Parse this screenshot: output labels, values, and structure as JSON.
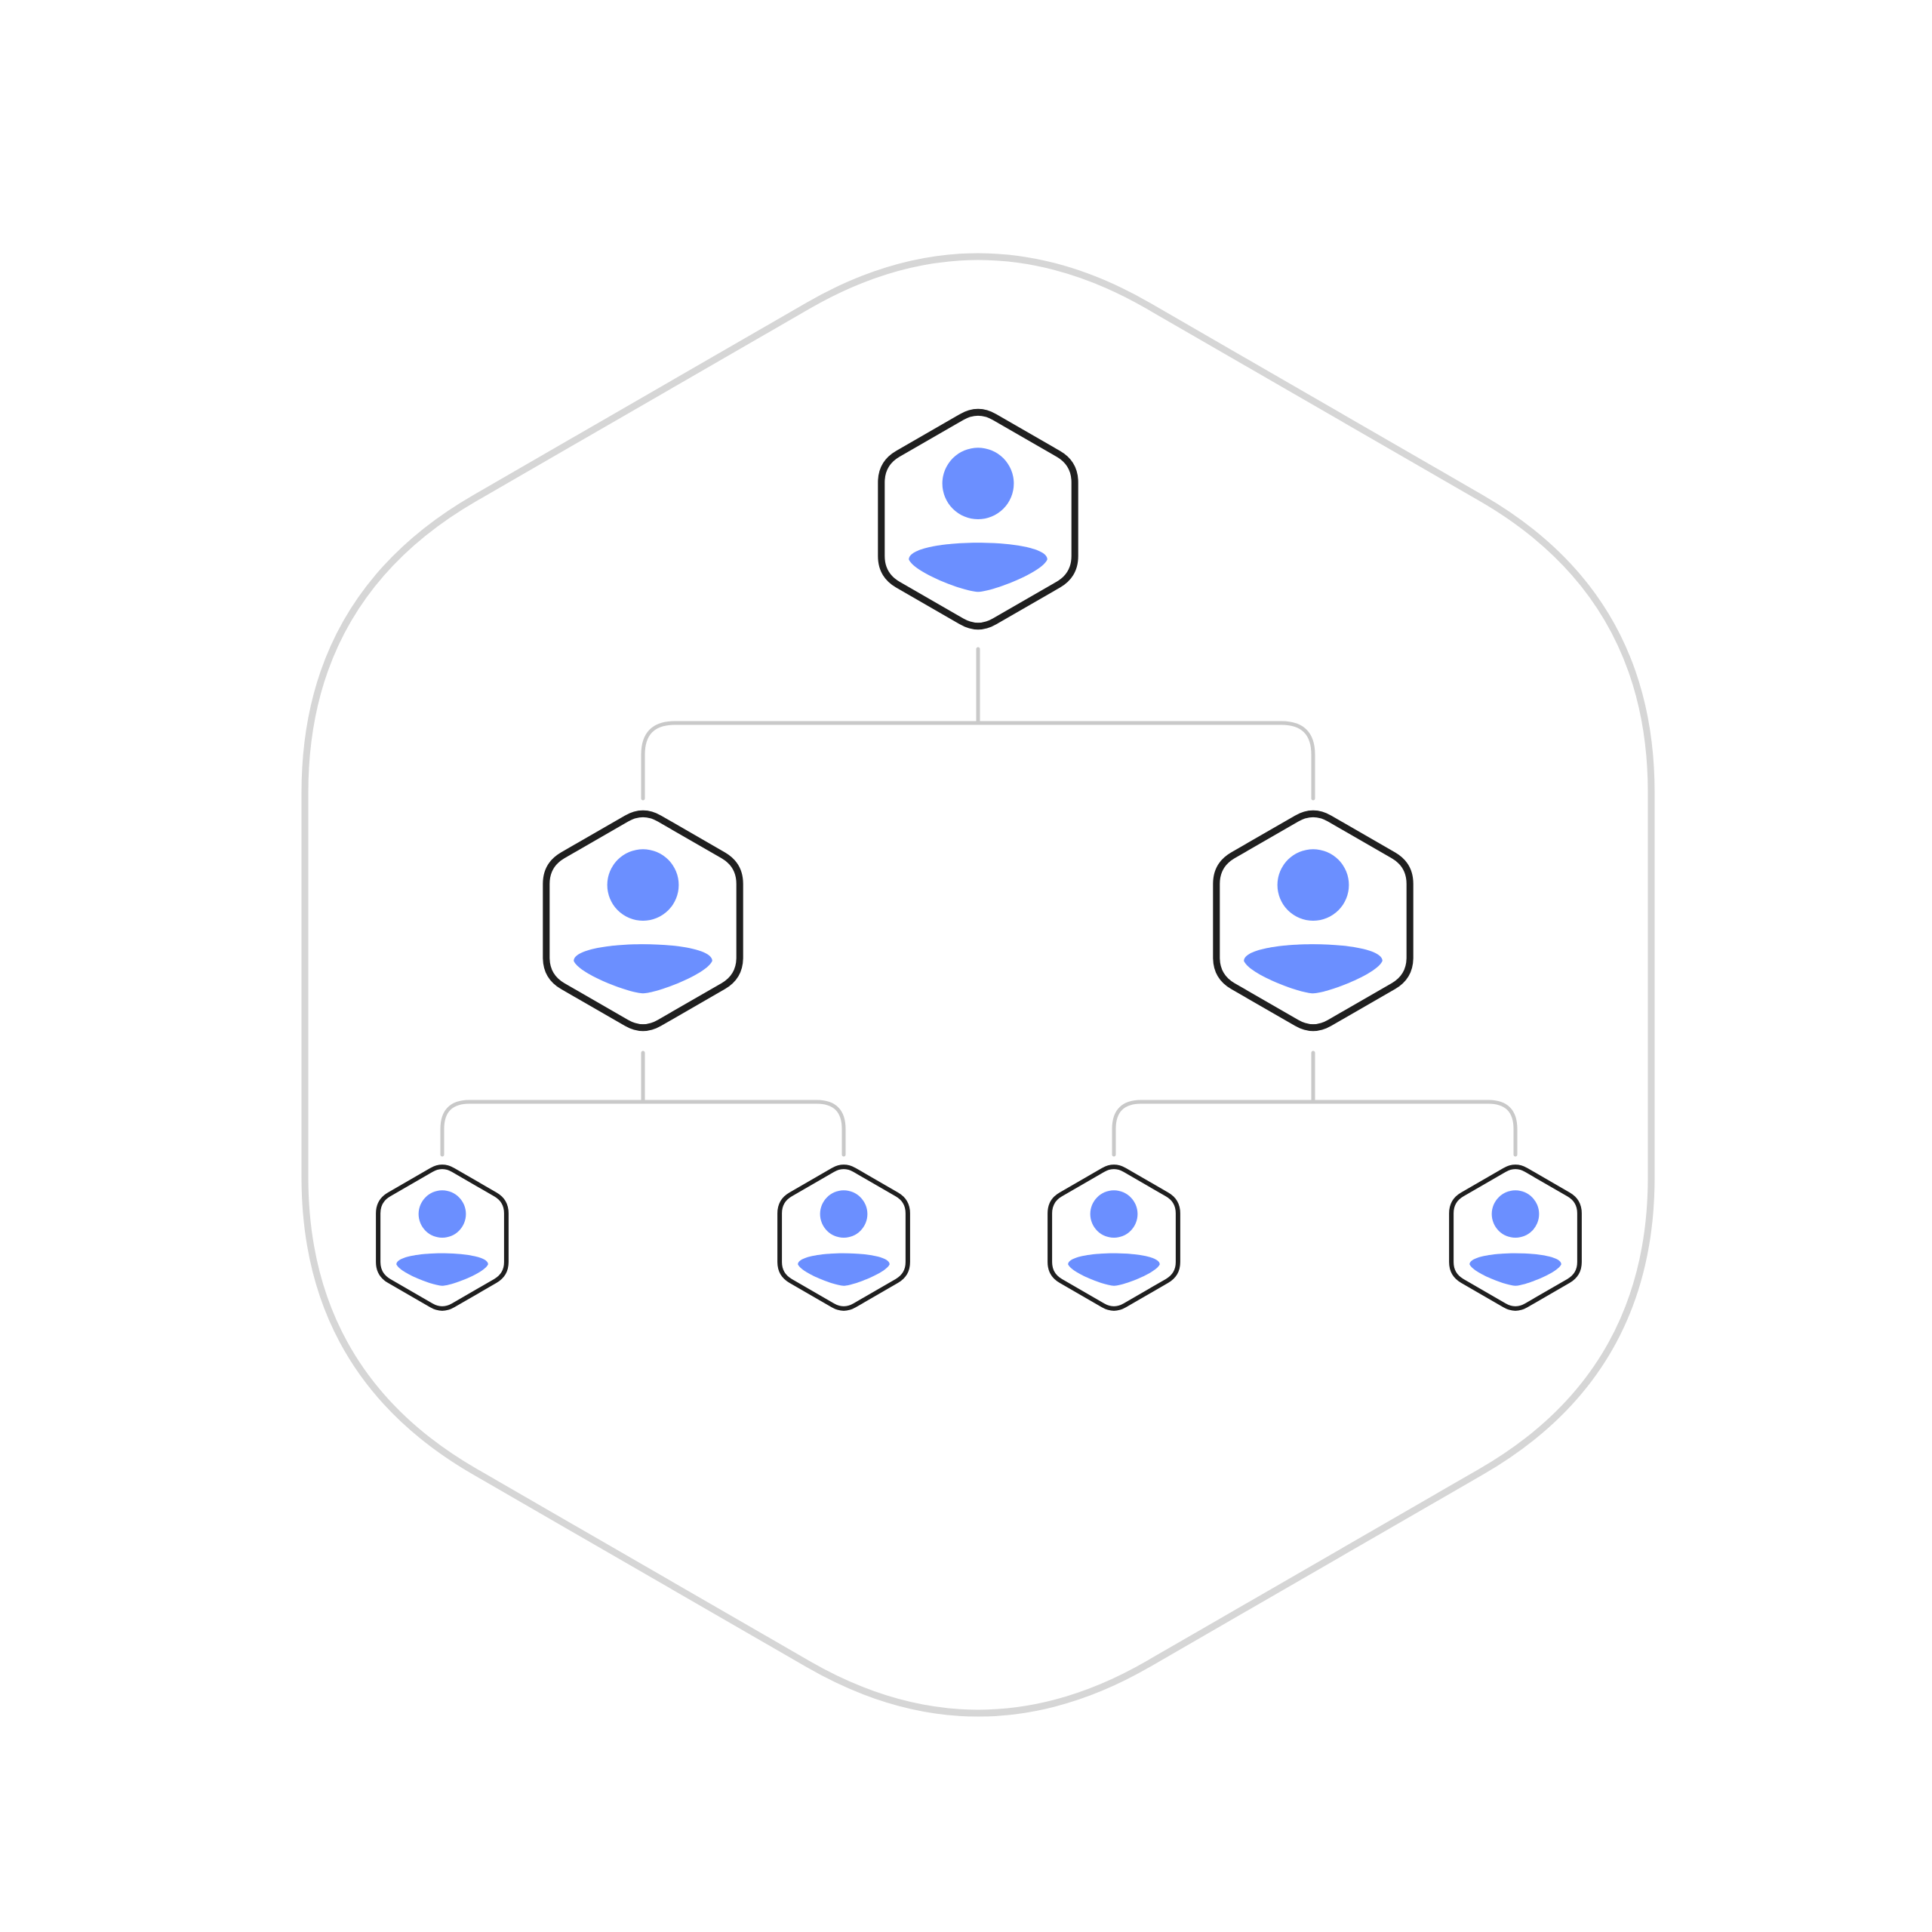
{
  "diagram": {
    "type": "org-hierarchy",
    "colors": {
      "background": "#ffffff",
      "outer_frame": "#d6d6d6",
      "connector": "#c9c9c9",
      "node_border": "#1f1f1f",
      "node_fill": "#ffffff",
      "person_icon": "#6b8fff"
    },
    "icon": "person-icon",
    "levels": [
      {
        "level": 1,
        "count": 1
      },
      {
        "level": 2,
        "count": 2
      },
      {
        "level": 3,
        "count": 4
      }
    ],
    "nodes": [
      {
        "id": "root",
        "parent": null
      },
      {
        "id": "mid-left",
        "parent": "root"
      },
      {
        "id": "mid-right",
        "parent": "root"
      },
      {
        "id": "leaf-1",
        "parent": "mid-left"
      },
      {
        "id": "leaf-2",
        "parent": "mid-left"
      },
      {
        "id": "leaf-3",
        "parent": "mid-right"
      },
      {
        "id": "leaf-4",
        "parent": "mid-right"
      }
    ]
  }
}
